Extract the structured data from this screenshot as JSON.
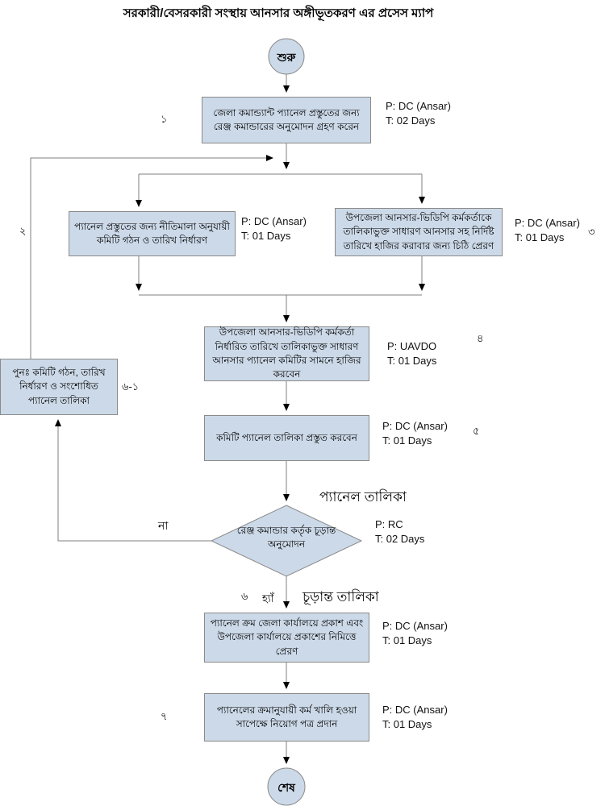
{
  "title": "সরকারী/বেসরকারী সংস্থায় আনসার অঙ্গীভূতকরণ এর প্রসেস ম্যাপ",
  "terminals": {
    "start": "শুরু",
    "end": "শেষ"
  },
  "flow_labels": {
    "no": "না",
    "yes": "হ্যাঁ",
    "panel_list": "প্যানেল তালিকা",
    "final_list": "চূড়ান্ত তালিকা"
  },
  "colors": {
    "node_fill": "#ccd9e8",
    "node_border": "#8a8a8a",
    "line": "#7f7f7f"
  },
  "steps": {
    "s1": {
      "no": "১",
      "text": "জেলা কমান্ড্যান্ট প্যানেল প্রস্তুতের জন্য রেঞ্জ কমান্ডারের অনুমোদন গ্রহণ করেন",
      "p": "P: DC (Ansar)",
      "t": "T: 02 Days"
    },
    "s2": {
      "no": "২",
      "text": "প্যানেল প্রস্তুতের জন্য নীতিমালা অনুযায়ী কমিটি গঠন ও তারিখ নির্ধারণ",
      "p": "P: DC (Ansar)",
      "t": "T: 01 Days"
    },
    "s3": {
      "no": "৩",
      "text": "উপজেলা আনসার-ভিডিপি কর্মকর্তাকে তালিকাভুক্ত সাধারণ আনসার সহ নির্দিষ্ট তারিখে হাজির করাবার জন্য চিঠি প্রেরণ",
      "p": "P: DC (Ansar)",
      "t": "T: 01 Days"
    },
    "s4": {
      "no": "৪",
      "text": "উপজেলা আনসার-ভিডিপি কর্মকর্তা নির্ধারিত তারিখে তালিকাভুক্ত সাধারণ আনসার প্যানেল কমিটির সামনে হাজির করবেন",
      "p": "P: UAVDO",
      "t": "T: 01 Days"
    },
    "s5": {
      "no": "৫",
      "text": "কমিটি প্যানেল তালিকা প্রস্তুত করবেন",
      "p": "P: DC (Ansar)",
      "t": "T: 01 Days"
    },
    "decision": {
      "no": "৬",
      "text": "রেঞ্জ কমান্ডার কর্তৃক চূড়ান্ত অনুমোদন",
      "p": "P: RC",
      "t": "T: 02 Days"
    },
    "rework": {
      "no": "৬-১",
      "text": "পুনঃ কমিটি গঠন, তারিখ নির্ধারণ ও সংশোধিত প্যানেল তালিকা"
    },
    "s6": {
      "text": "প্যানেল ক্রম জেলা কার্যালয়ে প্রকাশ এবং উপজেলা কার্যালয়ে প্রকাশের নিমিত্তে প্রেরণ",
      "p": "P: DC (Ansar)",
      "t": "T: 01 Days"
    },
    "s7": {
      "no": "৭",
      "text": "প্যানেলের ক্রমানুযায়ী কর্ম খালি হওয়া সাপেক্ষে নিয়োগ পত্র প্রদান",
      "p": "P: DC (Ansar)",
      "t": "T: 01 Days"
    }
  }
}
